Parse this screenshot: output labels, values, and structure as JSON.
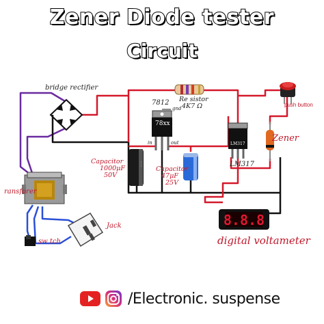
{
  "title": {
    "line1": "Zener Diode tester",
    "line2": "Circuit"
  },
  "labels": {
    "bridge_rectifier": "bridge rectifier",
    "resistor_line1": "Re sistor",
    "resistor_line2": "4K7 Ω",
    "regulator_name": "7812",
    "regulator_pin": "gnd",
    "regulator_body": "78xx",
    "pin_in": "in",
    "pin_out": "out",
    "zener": "Zener",
    "push_button": "push button",
    "capacitor1_line1": "Capacitor",
    "capacitor1_line2": "1000μF",
    "capacitor1_line3": "50V",
    "capacitor2_line1": "Capacitor",
    "capacitor2_line2": "47μF",
    "capacitor2_line3": "25V",
    "lm317_body": "LM317",
    "lm317": "LM317",
    "transformer": "ransforer",
    "jack": "Jack",
    "switch": "sw tch",
    "voltmeter": "digital voltameter",
    "display_value": "8.8.8"
  },
  "footer": {
    "handle": "/Electronic. suspense",
    "icons": [
      "youtube-icon",
      "instagram-icon"
    ]
  },
  "colors": {
    "wire_red": "#d4182a",
    "wire_black": "#111111",
    "wire_purple": "#6a2aa0",
    "wire_blue": "#2a4fd6",
    "youtube_red": "#e52222",
    "instagram": "#c13584",
    "display_red": "#e01830"
  }
}
